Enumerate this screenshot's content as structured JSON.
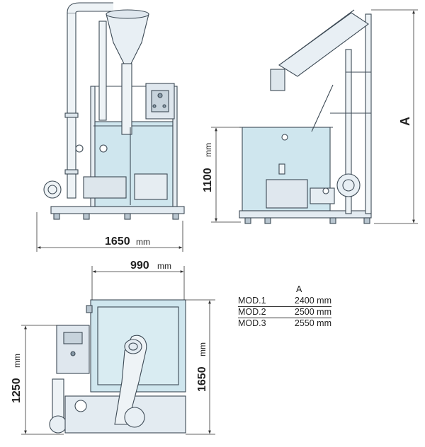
{
  "dimensions": {
    "front_width": "1650",
    "front_width_unit": "mm",
    "side_height": "1100",
    "side_height_unit": "mm",
    "overall_height_letter": "A",
    "top_width": "990",
    "top_width_unit": "mm",
    "top_depth_left": "1250",
    "top_depth_left_unit": "mm",
    "top_depth_right": "1650",
    "top_depth_right_unit": "mm"
  },
  "models_table": {
    "header": "A",
    "rows": [
      {
        "model": "MOD.1",
        "value": "2400 mm"
      },
      {
        "model": "MOD.2",
        "value": "2500 mm"
      },
      {
        "model": "MOD.3",
        "value": "2550 mm"
      }
    ]
  },
  "colors": {
    "tank_fill": "#cfe6ee",
    "line": "#3d4a55",
    "panel": "#dfe7ee"
  }
}
